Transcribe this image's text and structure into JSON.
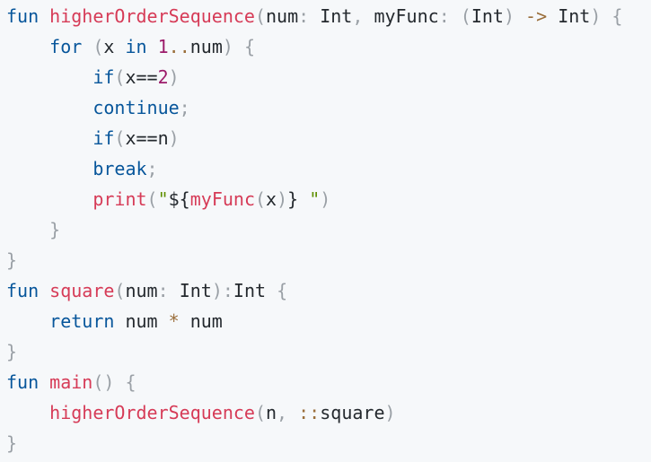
{
  "code": {
    "lines": [
      {
        "indent": 0,
        "tokens": [
          {
            "t": "fun",
            "c": "kw"
          },
          {
            "t": " ",
            "c": "plain"
          },
          {
            "t": "higherOrderSequence",
            "c": "func"
          },
          {
            "t": "(",
            "c": "punct"
          },
          {
            "t": "num",
            "c": "plain"
          },
          {
            "t": ": ",
            "c": "punct"
          },
          {
            "t": "Int",
            "c": "plain"
          },
          {
            "t": ", ",
            "c": "punct"
          },
          {
            "t": "myFunc",
            "c": "plain"
          },
          {
            "t": ": ",
            "c": "punct"
          },
          {
            "t": "(",
            "c": "punct"
          },
          {
            "t": "Int",
            "c": "plain"
          },
          {
            "t": ") ",
            "c": "punct"
          },
          {
            "t": "->",
            "c": "op"
          },
          {
            "t": " ",
            "c": "plain"
          },
          {
            "t": "Int",
            "c": "plain"
          },
          {
            "t": ") {",
            "c": "punct"
          }
        ]
      },
      {
        "indent": 1,
        "tokens": [
          {
            "t": "for",
            "c": "kw"
          },
          {
            "t": " ",
            "c": "plain"
          },
          {
            "t": "(",
            "c": "punct"
          },
          {
            "t": "x ",
            "c": "plain"
          },
          {
            "t": "in",
            "c": "kw"
          },
          {
            "t": " ",
            "c": "plain"
          },
          {
            "t": "1",
            "c": "number"
          },
          {
            "t": "..",
            "c": "op"
          },
          {
            "t": "num",
            "c": "plain"
          },
          {
            "t": ") {",
            "c": "punct"
          }
        ]
      },
      {
        "indent": 2,
        "tokens": [
          {
            "t": "if",
            "c": "kw"
          },
          {
            "t": "(",
            "c": "punct"
          },
          {
            "t": "x",
            "c": "plain"
          },
          {
            "t": "==",
            "c": "plain"
          },
          {
            "t": "2",
            "c": "number"
          },
          {
            "t": ")",
            "c": "punct"
          }
        ]
      },
      {
        "indent": 2,
        "tokens": [
          {
            "t": "continue",
            "c": "kw"
          },
          {
            "t": ";",
            "c": "punct"
          }
        ]
      },
      {
        "indent": 2,
        "tokens": [
          {
            "t": "if",
            "c": "kw"
          },
          {
            "t": "(",
            "c": "punct"
          },
          {
            "t": "x",
            "c": "plain"
          },
          {
            "t": "==",
            "c": "plain"
          },
          {
            "t": "n",
            "c": "plain"
          },
          {
            "t": ")",
            "c": "punct"
          }
        ]
      },
      {
        "indent": 2,
        "tokens": [
          {
            "t": "break",
            "c": "kw"
          },
          {
            "t": ";",
            "c": "punct"
          }
        ]
      },
      {
        "indent": 2,
        "tokens": [
          {
            "t": "print",
            "c": "func"
          },
          {
            "t": "(",
            "c": "punct"
          },
          {
            "t": "\"",
            "c": "string"
          },
          {
            "t": "${",
            "c": "plain"
          },
          {
            "t": "myFunc",
            "c": "func"
          },
          {
            "t": "(",
            "c": "punct"
          },
          {
            "t": "x",
            "c": "plain"
          },
          {
            "t": ")",
            "c": "punct"
          },
          {
            "t": "}",
            "c": "plain"
          },
          {
            "t": " \"",
            "c": "string"
          },
          {
            "t": ")",
            "c": "punct"
          }
        ]
      },
      {
        "indent": 1,
        "tokens": [
          {
            "t": "}",
            "c": "punct"
          }
        ]
      },
      {
        "indent": 0,
        "tokens": [
          {
            "t": "}",
            "c": "punct"
          }
        ]
      },
      {
        "indent": 0,
        "tokens": [
          {
            "t": "fun",
            "c": "kw"
          },
          {
            "t": " ",
            "c": "plain"
          },
          {
            "t": "square",
            "c": "func"
          },
          {
            "t": "(",
            "c": "punct"
          },
          {
            "t": "num",
            "c": "plain"
          },
          {
            "t": ": ",
            "c": "punct"
          },
          {
            "t": "Int",
            "c": "plain"
          },
          {
            "t": "):",
            "c": "punct"
          },
          {
            "t": "Int",
            "c": "plain"
          },
          {
            "t": " {",
            "c": "punct"
          }
        ]
      },
      {
        "indent": 1,
        "tokens": [
          {
            "t": "return",
            "c": "kw"
          },
          {
            "t": " num ",
            "c": "plain"
          },
          {
            "t": "*",
            "c": "op"
          },
          {
            "t": " num",
            "c": "plain"
          }
        ]
      },
      {
        "indent": 0,
        "tokens": [
          {
            "t": "}",
            "c": "punct"
          }
        ]
      },
      {
        "indent": 0,
        "tokens": [
          {
            "t": "fun",
            "c": "kw"
          },
          {
            "t": " ",
            "c": "plain"
          },
          {
            "t": "main",
            "c": "func"
          },
          {
            "t": "() {",
            "c": "punct"
          }
        ]
      },
      {
        "indent": 1,
        "tokens": [
          {
            "t": "higherOrderSequence",
            "c": "func"
          },
          {
            "t": "(",
            "c": "punct"
          },
          {
            "t": "n",
            "c": "plain"
          },
          {
            "t": ", ",
            "c": "punct"
          },
          {
            "t": "::",
            "c": "op"
          },
          {
            "t": "square",
            "c": "plain"
          },
          {
            "t": ")",
            "c": "punct"
          }
        ]
      },
      {
        "indent": 0,
        "tokens": [
          {
            "t": "}",
            "c": "punct"
          }
        ]
      }
    ]
  },
  "theme": {
    "background": "#f6f8fa",
    "keyword": "#07569b",
    "function": "#d63b57",
    "plain": "#24292e",
    "punctuation": "#9aa0a6",
    "number": "#9c1b6a",
    "operator": "#9a6e3a",
    "string": "#5f8f00"
  }
}
